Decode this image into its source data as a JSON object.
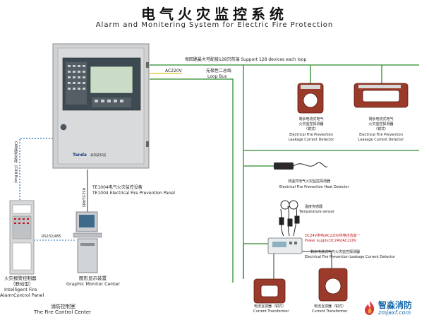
{
  "title": {
    "cn": "电气火灾监控系统",
    "en": "Alarm and Monitering System for Electric Fire Protection"
  },
  "bus": {
    "capacity": "每回路最大可配接128只前端  Support 128 devices each loop",
    "ac220v": "AC220V",
    "loop_cn": "无极性二总线",
    "loop_en": "Loop Bus",
    "can_bus": "CAN通讯总线（CAN Bus）",
    "rs232_vertical": "RS232/485",
    "rs232_horizontal": "RS232/485"
  },
  "panel": {
    "brand": "Tanda",
    "brand_sub": "泰和安科技",
    "name_cn": "TE1004电气火灾监控设备",
    "name_en": "TE1004  Electrical Fire Prevention Panel"
  },
  "sensors": {
    "leakage_left": {
      "cn1": "剩余电流式电气",
      "cn2": "火灾监控探测器",
      "cn3": "（钳式）",
      "en1": "Electrical Fire Prevention",
      "en2": "Leakage Current Detector"
    },
    "leakage_right": {
      "cn1": "剩余电流式电气",
      "cn2": "火灾监控探测器",
      "cn3": "（钳式）",
      "en1": "Electrical Fire Prevention",
      "en2": "Leakage Current Detector"
    },
    "heat": {
      "cn": "测温式电气火灾监控探测器",
      "en": "Electrical Fire Prevention  Heat Detector"
    },
    "temp": {
      "cn": "温度传感器",
      "en": "Temperature sensor"
    },
    "power": {
      "cn": "DC24V供电/AC220V供电任选其一",
      "en": "Power supply:DC24V/AC220V"
    },
    "leakage_bottom": {
      "cn": "剩余电流式电气火灾监控探测器",
      "en": "Electrical Fire Prevention Leakage Current Detector"
    },
    "ct_left": {
      "cn": "电流互感器（钳式）",
      "en": "Current  Transformer"
    },
    "ct_right": {
      "cn": "电流互感器（钳式）",
      "en": "Current  Transformer"
    }
  },
  "fire_panel": {
    "cn1": "火灾报警控制器",
    "cn2": "（联动型）",
    "en1": "Intelligent Fire",
    "en2": "AlarmControl Panel"
  },
  "monitor": {
    "cn": "图形显示装置",
    "en": "Graphic Monitor Center"
  },
  "center": {
    "cn": "消防控制室",
    "en": "The  Fire  Control  Center"
  },
  "watermark": {
    "cn": "智淼消防",
    "en": "zmjaxf.com"
  },
  "colors": {
    "loop_bus": "#2e8b2e",
    "can_bus": "#1e6fbf",
    "power_line": "#e0c21a",
    "red_text": "#c0141a",
    "watermark": "#1565a8"
  }
}
